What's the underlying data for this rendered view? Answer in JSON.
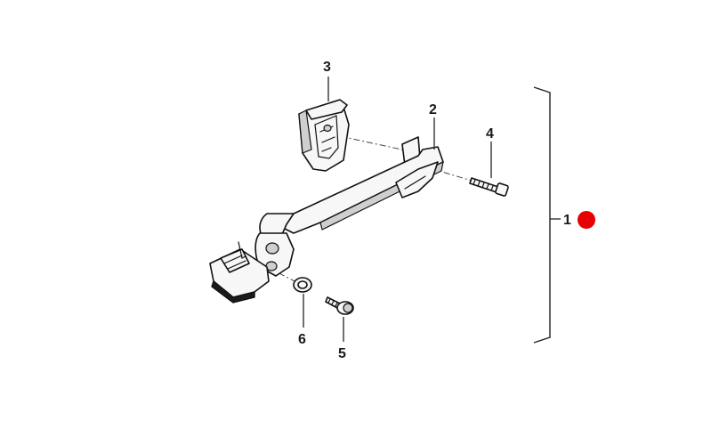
{
  "callouts": {
    "assembly": "1",
    "pedal_lever": "2",
    "pedal_pad": "3",
    "bolt_long": "4",
    "bolt_short": "5",
    "washer": "6"
  },
  "marker_color": "#e60000"
}
